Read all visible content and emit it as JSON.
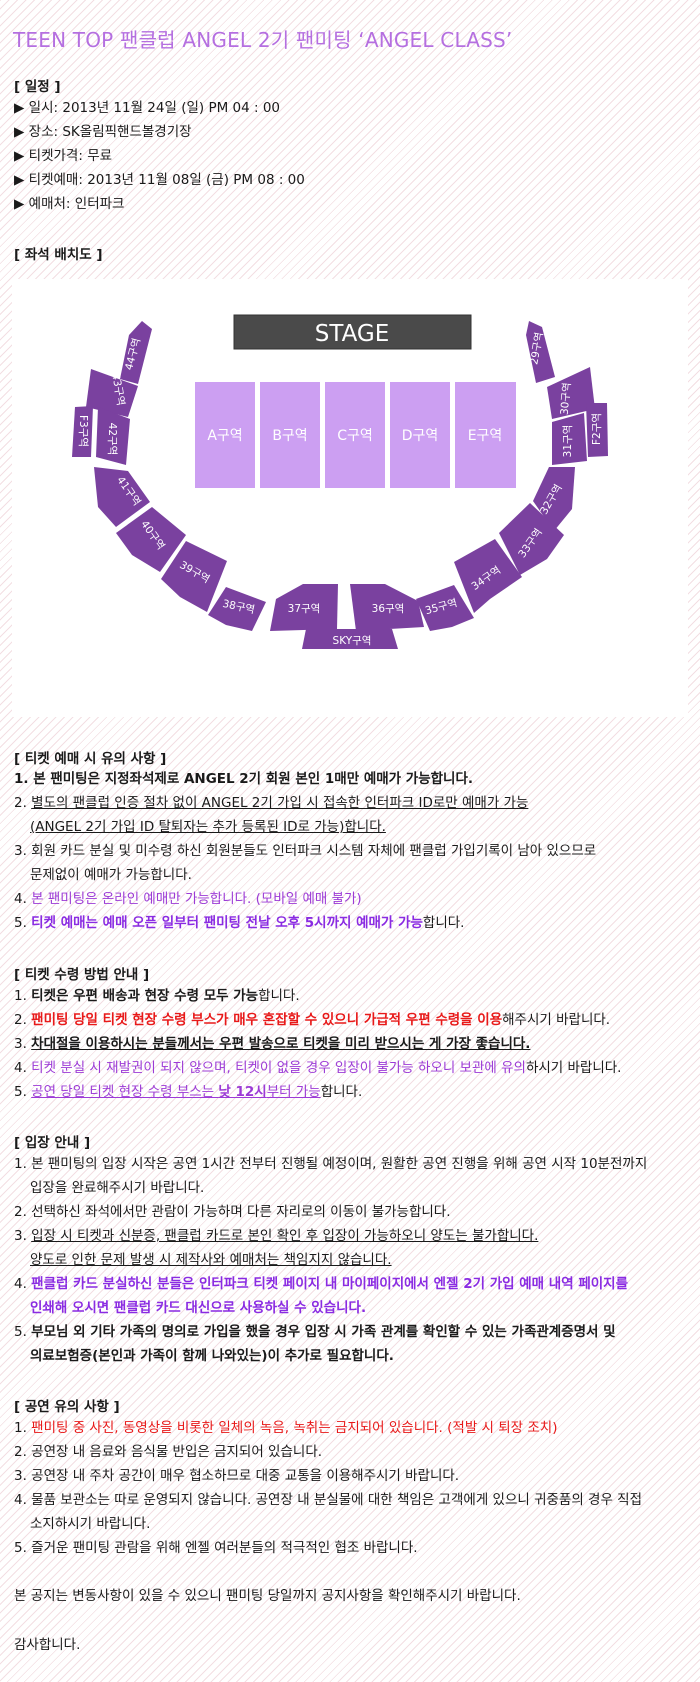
{
  "title": "TEEN TOP 팬클럽 ANGEL 2기 팬미팅 ‘ANGEL CLASS’",
  "schedule": {
    "heading": "[ 일정 ]",
    "items": [
      "▶ 일시: 2013년 11월 24일 (일) PM 04 : 00",
      "▶ 장소: SK올림픽핸드볼경기장",
      "▶ 티켓가격: 무료",
      "▶ 티켓예매: 2013년 11월 08일 (금) PM 08 : 00",
      "▶ 예매처: 인터파크"
    ]
  },
  "seating": {
    "heading": "[ 좌석 배치도 ]",
    "stage": "STAGE",
    "floor_sections": [
      "A구역",
      "B구역",
      "C구역",
      "D구역",
      "E구역"
    ],
    "left_sections": [
      "44구역",
      "43구역",
      "F3구역",
      "42구역",
      "41구역",
      "40구역",
      "39구역",
      "38구역",
      "37구역"
    ],
    "right_sections": [
      "29구역",
      "30구역",
      "F2구역",
      "31구역",
      "32구역",
      "33구역",
      "34구역",
      "35구역",
      "36구역"
    ],
    "sky": "SKY구역",
    "colors": {
      "floor": "#cc9ff2",
      "stand": "#7a419f",
      "stage": "#4a4a4a"
    }
  },
  "ticket_notes": {
    "heading": "[ 티켓 예매 시 유의 사항 ]",
    "n1": "1. 본 팬미팅은 지정좌석제로 ANGEL 2기 회원 본인 1매만 예매가 가능합니다.",
    "n2a_prefix": "2. ",
    "n2a": "별도의 팬클럽 인증 절차 없이 ANGEL 2기 가입 시 접속한 인터파크 ID로만 예매가 가능",
    "n2b": "(ANGEL 2기 가입 ID 탈퇴자는 추가 등록된 ID로 가능)합니다.",
    "n3a": "3. 회원 카드 분실 및 미수령 하신 회원분들도 인터파크 시스템 자체에 팬클럽 가입기록이 남아 있으므로",
    "n3b": "문제없이 예매가 가능합니다.",
    "n4_prefix": "4. ",
    "n4": "본 팬미팅은 온라인 예매만 가능합니다. (모바일 예매 불가)",
    "n5_prefix": "5. ",
    "n5_bold": "티켓 예매는 예매 오픈 일부터 팬미팅 전날 오후 5시까지 예매가 가능",
    "n5_tail": "합니다."
  },
  "pickup": {
    "heading": "[ 티켓 수령 방법 안내 ]",
    "n1_prefix": "1. ",
    "n1_bold": "티켓은 우편 배송과 현장 수령 모두 가능",
    "n1_tail": "합니다.",
    "n2_prefix": "2. ",
    "n2_red": "팬미팅 당일 티켓 현장 수령 부스가 매우 혼잡할 수 있으니 가급적 우편 수령을 이용",
    "n2_tail": "해주시기 바랍니다.",
    "n3_prefix": "3. ",
    "n3_bold": "차대절을 이용하시는 분들께서는 우편 발송으로 티켓을 미리 받으시는 게 가장 좋습니다.",
    "n4_prefix": "4. ",
    "n4_violet": "티켓 분실 시 재발권이 되지 않으며, 티켓이 없을 경우 입장이 불가능 하오니 보관에 유의",
    "n4_tail": "하시기 바랍니다.",
    "n5_prefix": "5. ",
    "n5_violet": "공연 당일 티켓 현장 수령 부스는 ",
    "n5_violet_bold": "낮 12시",
    "n5_violet2": "부터 가능",
    "n5_tail": "합니다."
  },
  "entry": {
    "heading": "[ 입장 안내 ]",
    "n1a": "1. 본 팬미팅의 입장 시작은 공연 1시간 전부터 진행될 예정이며, 원활한 공연 진행을 위해 공연 시작 10분전까지",
    "n1b": "입장을 완료해주시기 바랍니다.",
    "n2": "2. 선택하신 좌석에서만 관람이 가능하며 다른 자리로의 이동이 불가능합니다.",
    "n3a_prefix": "3. ",
    "n3a": "입장 시 티켓과 신분증, 팬클럽 카드로 본인 확인 후 입장이 가능하오니 양도는 불가합니다.",
    "n3b": "양도로 인한 문제 발생 시 제작사와 예매처는 책임지지 않습니다.",
    "n4a_prefix": "4. ",
    "n4a": "팬클럽 카드 분실하신 분들은 인터파크 티켓 페이지 내 마이페이지에서 엔젤 2기 가입 예매 내역 페이지를",
    "n4b": "인쇄해 오시면 팬클럽 카드 대신으로 사용하실 수 있습니다.",
    "n5a_prefix": "5. ",
    "n5a": "부모님 외 기타 가족의 명의로 가입을 했을 경우 입장 시 가족 관계를 확인할 수 있는 가족관계증명서 및",
    "n5b": "의료보험증(본인과 가족이 함께 나와있는)이 추가로 필요합니다."
  },
  "show_notes": {
    "heading": "[ 공연 유의 사항 ]",
    "n1_prefix": "1. ",
    "n1_red": "팬미팅 중 사진, 동영상을 비롯한 일체의 녹음, 녹취는 금지되어 있습니다. (적발 시 퇴장 조치)",
    "n2": "2. 공연장 내 음료와 음식물 반입은 금지되어 있습니다.",
    "n3": "3. 공연장 내 주차 공간이 매우 협소하므로 대중 교통을 이용해주시기 바랍니다.",
    "n4a": "4. 물품 보관소는 따로 운영되지 않습니다. 공연장 내 분실물에 대한 책임은 고객에게 있으니 귀중품의 경우 직접",
    "n4b": "소지하시기 바랍니다.",
    "n5": "5. 즐거운 팬미팅 관람을 위해 엔젤 여러분들의 적극적인 협조 바랍니다."
  },
  "closing": {
    "notice": "본 공지는 변동사항이 있을 수 있으니 팬미팅 당일까지 공지사항을 확인해주시기 바랍니다.",
    "thanks": "감사합니다."
  }
}
